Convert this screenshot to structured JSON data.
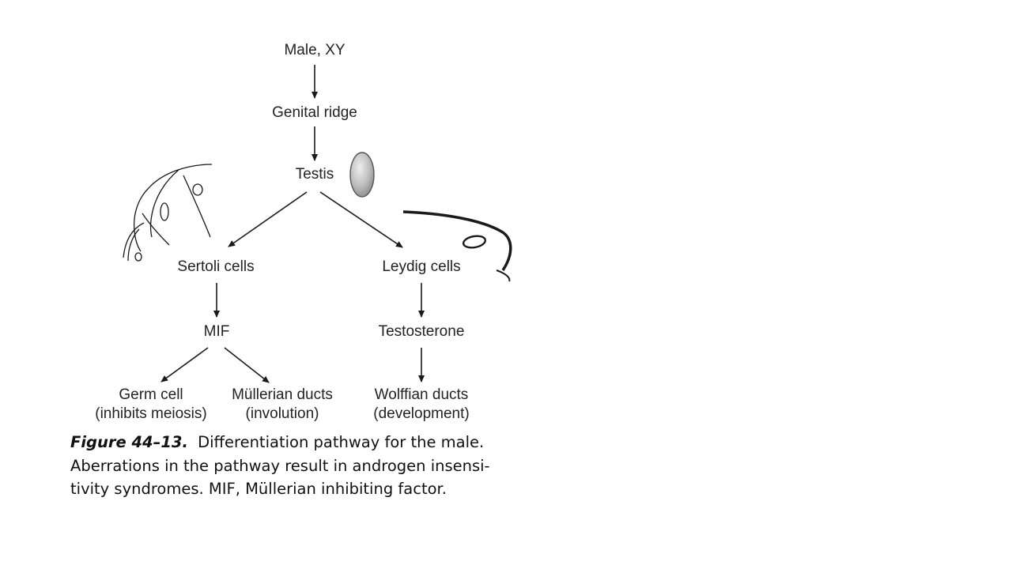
{
  "diagram": {
    "nodes": {
      "male_xy": "Male, XY",
      "genital_ridge": "Genital ridge",
      "testis": "Testis",
      "sertoli_cells": "Sertoli cells",
      "leydig_cells": "Leydig cells",
      "mif": "MIF",
      "testosterone": "Testosterone",
      "germ_cell": "Germ cell",
      "germ_cell_note": "(inhibits meiosis)",
      "mullerian_ducts": "Müllerian ducts",
      "mullerian_ducts_note": "(involution)",
      "wolffian_ducts": "Wolffian ducts",
      "wolffian_ducts_note": "(development)"
    }
  },
  "caption": {
    "figure_label": "Figure 44–13.",
    "line1_text": "Differentiation pathway for the male.",
    "line2": "Aberrations in the pathway result in androgen insensi-",
    "line3": "tivity syndromes. MIF, Müllerian inhibiting factor."
  },
  "colors": {
    "text": "#222222",
    "line": "#1a1a1a",
    "testis_fill": "#c8c8c8"
  }
}
